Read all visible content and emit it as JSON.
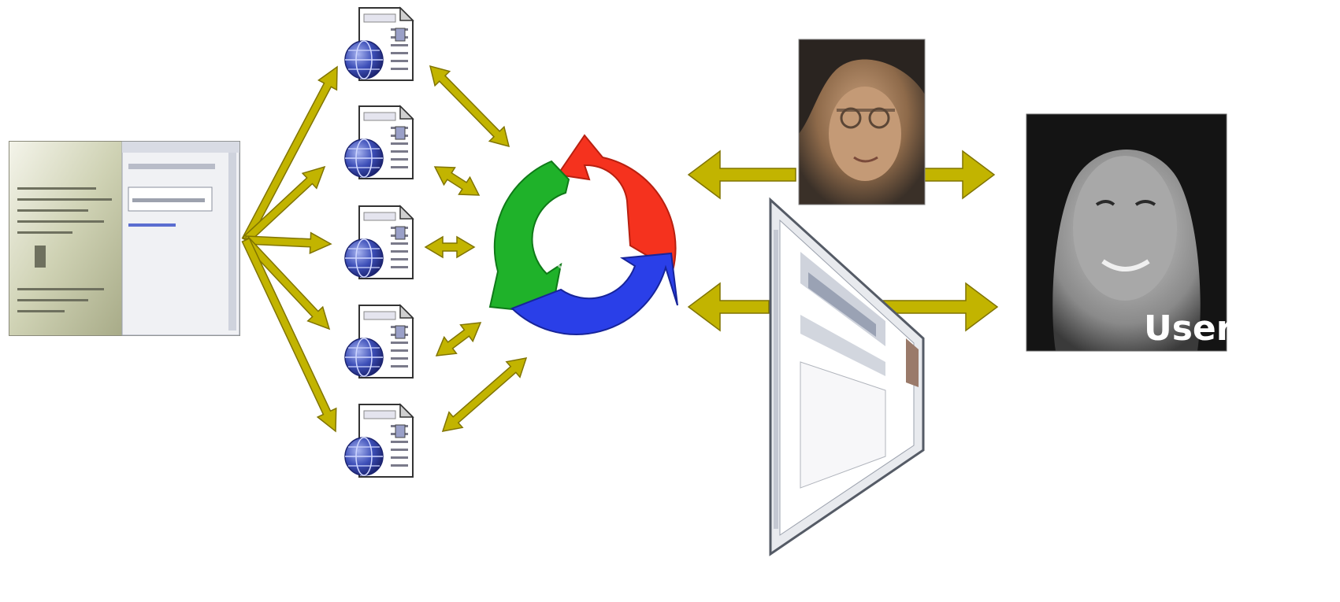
{
  "diagram": {
    "user_label": "User",
    "colors": {
      "arrow": "#c2b400",
      "arrow_stroke": "#807400",
      "cycle_red": "#f5321e",
      "cycle_green": "#1fb22a",
      "cycle_blue": "#2a3fe8",
      "globe": "#3d4fb8"
    },
    "nodes": [
      {
        "id": "source-document",
        "kind": "screenshot-thumbnail"
      },
      {
        "id": "web-document-1",
        "kind": "web-document-icon"
      },
      {
        "id": "web-document-2",
        "kind": "web-document-icon"
      },
      {
        "id": "web-document-3",
        "kind": "web-document-icon"
      },
      {
        "id": "web-document-4",
        "kind": "web-document-icon"
      },
      {
        "id": "web-document-5",
        "kind": "web-document-icon"
      },
      {
        "id": "cycle",
        "kind": "recycle-arrows-icon"
      },
      {
        "id": "author-photo",
        "kind": "photo"
      },
      {
        "id": "browser-window",
        "kind": "window-screenshot"
      },
      {
        "id": "user-photo",
        "kind": "photo"
      }
    ]
  }
}
